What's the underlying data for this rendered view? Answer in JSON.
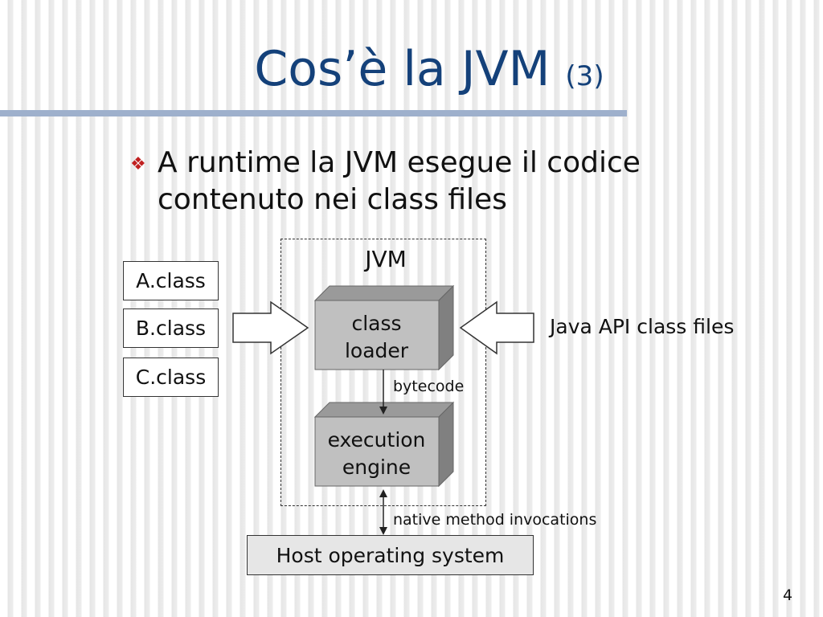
{
  "slide": {
    "title": "Cos’è la JVM",
    "title_suffix": "(3)",
    "bullet_symbol": "❖",
    "bullet": "A runtime la JVM esegue il codice contenuto nei class files",
    "page_number": "4"
  },
  "diagram": {
    "jvm_label": "JVM",
    "class_files": [
      "A.class",
      "B.class",
      "C.class"
    ],
    "api_label": "Java API class files",
    "class_loader": [
      "class",
      "loader"
    ],
    "execution_engine": [
      "execution",
      "engine"
    ],
    "bytecode_label": "bytecode",
    "native_label": "native method invocations",
    "host_label": "Host operating system"
  },
  "colors": {
    "title": "#14417a",
    "bullet": "#c02020",
    "box_front": "#c0c0c0",
    "box_top": "#9a9a9a",
    "box_side": "#808080",
    "host_fill": "#e6e6e6"
  }
}
